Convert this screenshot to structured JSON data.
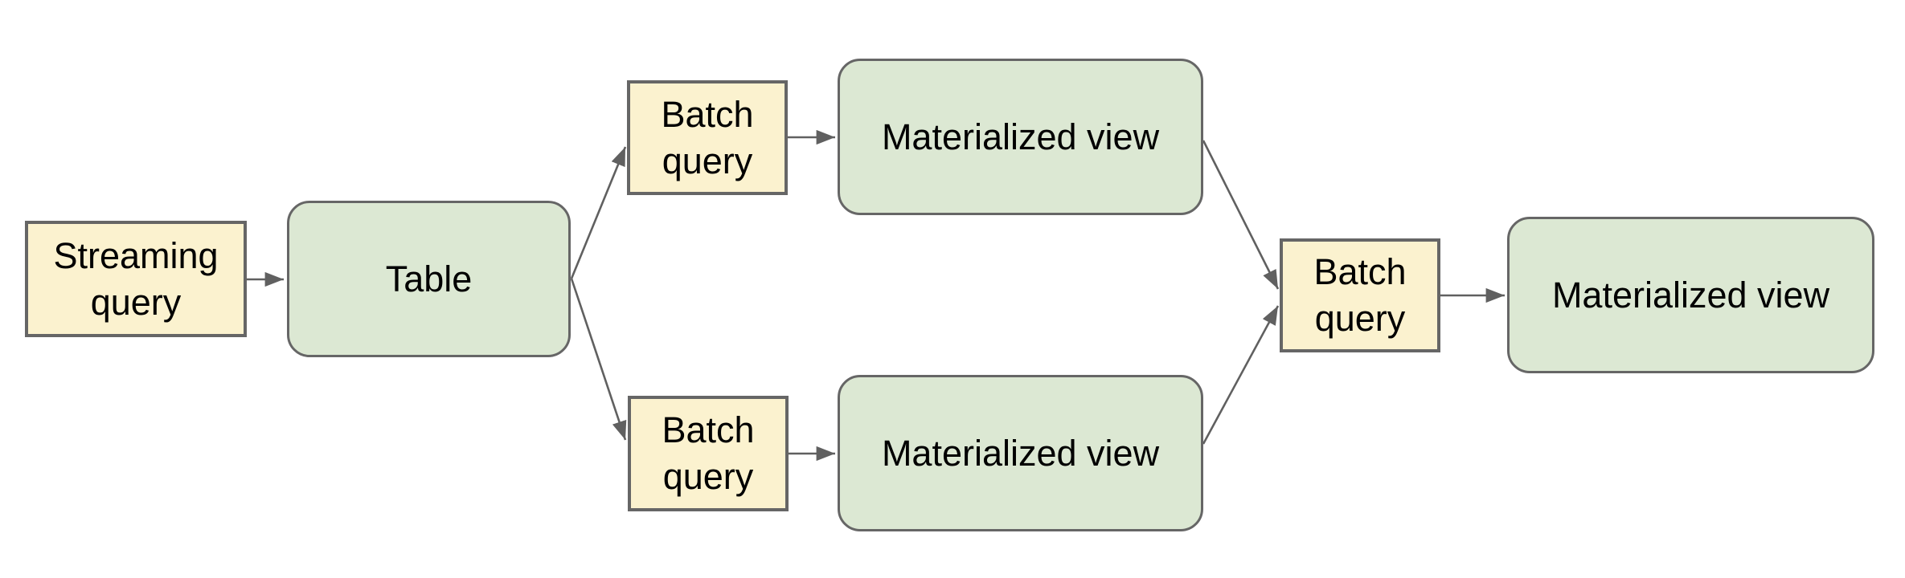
{
  "diagram": {
    "type": "flow-diagram",
    "colors": {
      "background": "#ffffff",
      "query_fill": "#fbf2cf",
      "entity_fill": "#dce8d3",
      "shape_border": "#666666",
      "connector": "#606060",
      "text": "#000000"
    },
    "nodes": [
      {
        "id": "streaming-query",
        "label": "Streaming query",
        "shape": "rectangle"
      },
      {
        "id": "table",
        "label": "Table",
        "shape": "rounded-rectangle"
      },
      {
        "id": "batch-query-top",
        "label": "Batch query",
        "shape": "rectangle"
      },
      {
        "id": "materialized-view-top",
        "label": "Materialized view",
        "shape": "rounded-rectangle"
      },
      {
        "id": "batch-query-bottom",
        "label": "Batch query",
        "shape": "rectangle"
      },
      {
        "id": "materialized-view-bottom",
        "label": "Materialized view",
        "shape": "rounded-rectangle"
      },
      {
        "id": "batch-query-right",
        "label": "Batch query",
        "shape": "rectangle"
      },
      {
        "id": "materialized-view-right",
        "label": "Materialized view",
        "shape": "rounded-rectangle"
      }
    ],
    "edges": [
      {
        "from": "streaming-query",
        "to": "table"
      },
      {
        "from": "table",
        "to": "batch-query-top"
      },
      {
        "from": "batch-query-top",
        "to": "materialized-view-top"
      },
      {
        "from": "table",
        "to": "batch-query-bottom"
      },
      {
        "from": "batch-query-bottom",
        "to": "materialized-view-bottom"
      },
      {
        "from": "materialized-view-top",
        "to": "batch-query-right"
      },
      {
        "from": "materialized-view-bottom",
        "to": "batch-query-right"
      },
      {
        "from": "batch-query-right",
        "to": "materialized-view-right"
      }
    ]
  }
}
